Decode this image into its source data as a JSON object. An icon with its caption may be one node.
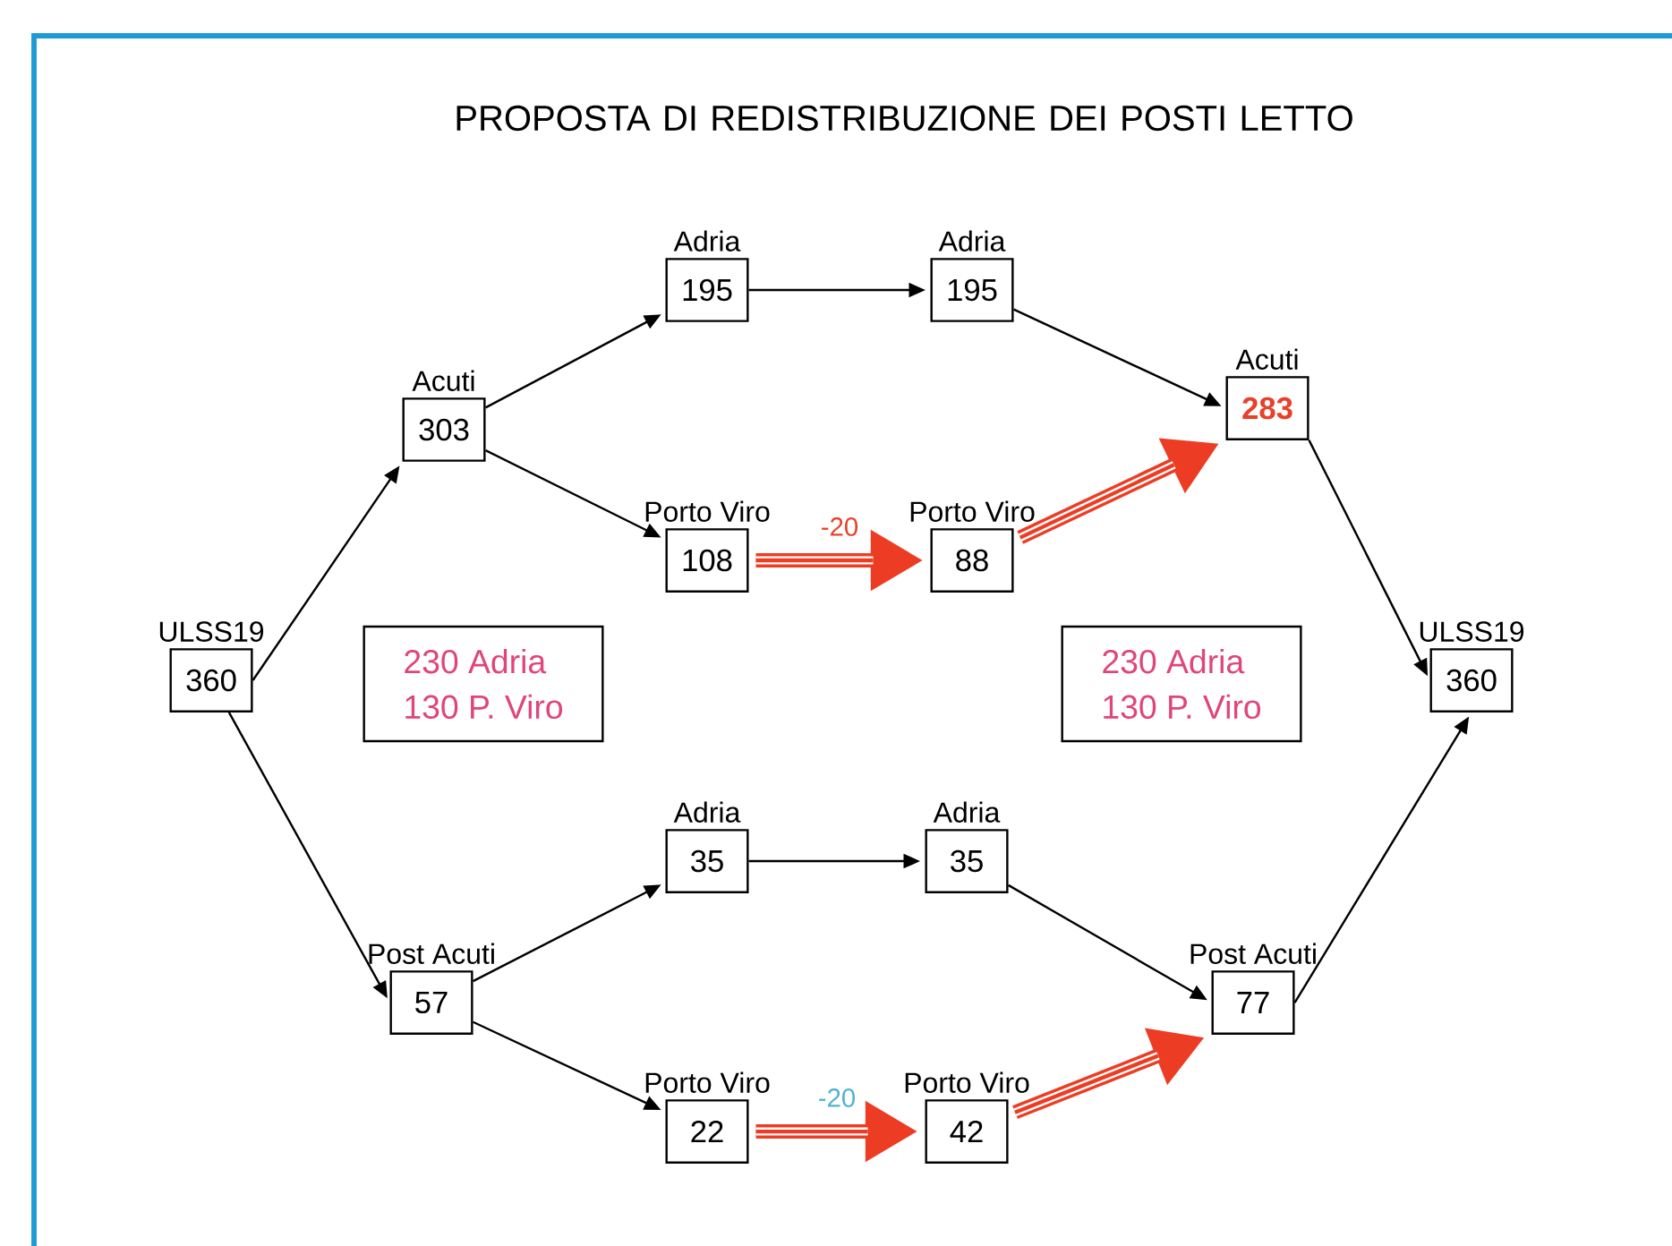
{
  "diagram": {
    "title": "PROPOSTA DI REDISTRIBUZIONE DEI POSTI LETTO",
    "nodes": [
      {
        "text": [
          "ULSS19",
          "360"
        ]
      },
      {
        "text": [
          "Acuti",
          "303"
        ]
      },
      {
        "text": [
          "Post Acuti",
          "57"
        ]
      },
      {
        "text": [
          "Adria",
          "195"
        ]
      },
      {
        "text": [
          "Porto Viro",
          "108"
        ]
      },
      {
        "text": [
          "Adria",
          "35"
        ]
      },
      {
        "text": [
          "Porto Viro",
          "22"
        ]
      },
      {
        "text": [
          "Adria",
          "195"
        ]
      },
      {
        "text": [
          "Porto Viro",
          "88"
        ]
      },
      {
        "text": [
          "Adria",
          "35"
        ]
      },
      {
        "text": [
          "Porto Viro",
          "42"
        ]
      },
      {
        "text": [
          "Acuti",
          "283"
        ]
      },
      {
        "text": [
          "Post Acuti",
          "77"
        ]
      },
      {
        "text": [
          "ULSS19",
          "360"
        ]
      },
      {
        "text": [
          "230 Adria",
          "130 P. Viro"
        ]
      },
      {
        "text": [
          "230 Adria",
          "130 P. Viro"
        ]
      }
    ],
    "edges": [
      {
        "from": 0,
        "to": 1,
        "arrow": "to"
      },
      {
        "from": 0,
        "to": 2,
        "arrow": "to"
      },
      {
        "from": 1,
        "to": 3,
        "arrow": "to"
      },
      {
        "from": 1,
        "to": 4,
        "arrow": "to"
      },
      {
        "from": 2,
        "to": 5,
        "arrow": "to"
      },
      {
        "from": 2,
        "to": 6,
        "arrow": "to"
      },
      {
        "from": 3,
        "to": 7,
        "arrow": "to"
      },
      {
        "from": 4,
        "to": 8,
        "arrow": "to",
        "label": "-20",
        "style": "thick",
        "color": "#ec3d24"
      },
      {
        "from": 5,
        "to": 9,
        "arrow": "to"
      },
      {
        "from": 6,
        "to": 10,
        "arrow": "to",
        "label": "-20",
        "style": "thick",
        "color": "#ec3d24"
      },
      {
        "from": 7,
        "to": 11,
        "arrow": "to"
      },
      {
        "from": 8,
        "to": 11,
        "arrow": "to",
        "style": "thick",
        "color": "#ec3d24"
      },
      {
        "from": 9,
        "to": 12,
        "arrow": "to"
      },
      {
        "from": 10,
        "to": 12,
        "arrow": "to",
        "style": "thick",
        "color": "#ec3d24"
      },
      {
        "from": 11,
        "to": 13,
        "arrow": "to"
      },
      {
        "from": 12,
        "to": 13,
        "arrow": "to"
      }
    ]
  }
}
